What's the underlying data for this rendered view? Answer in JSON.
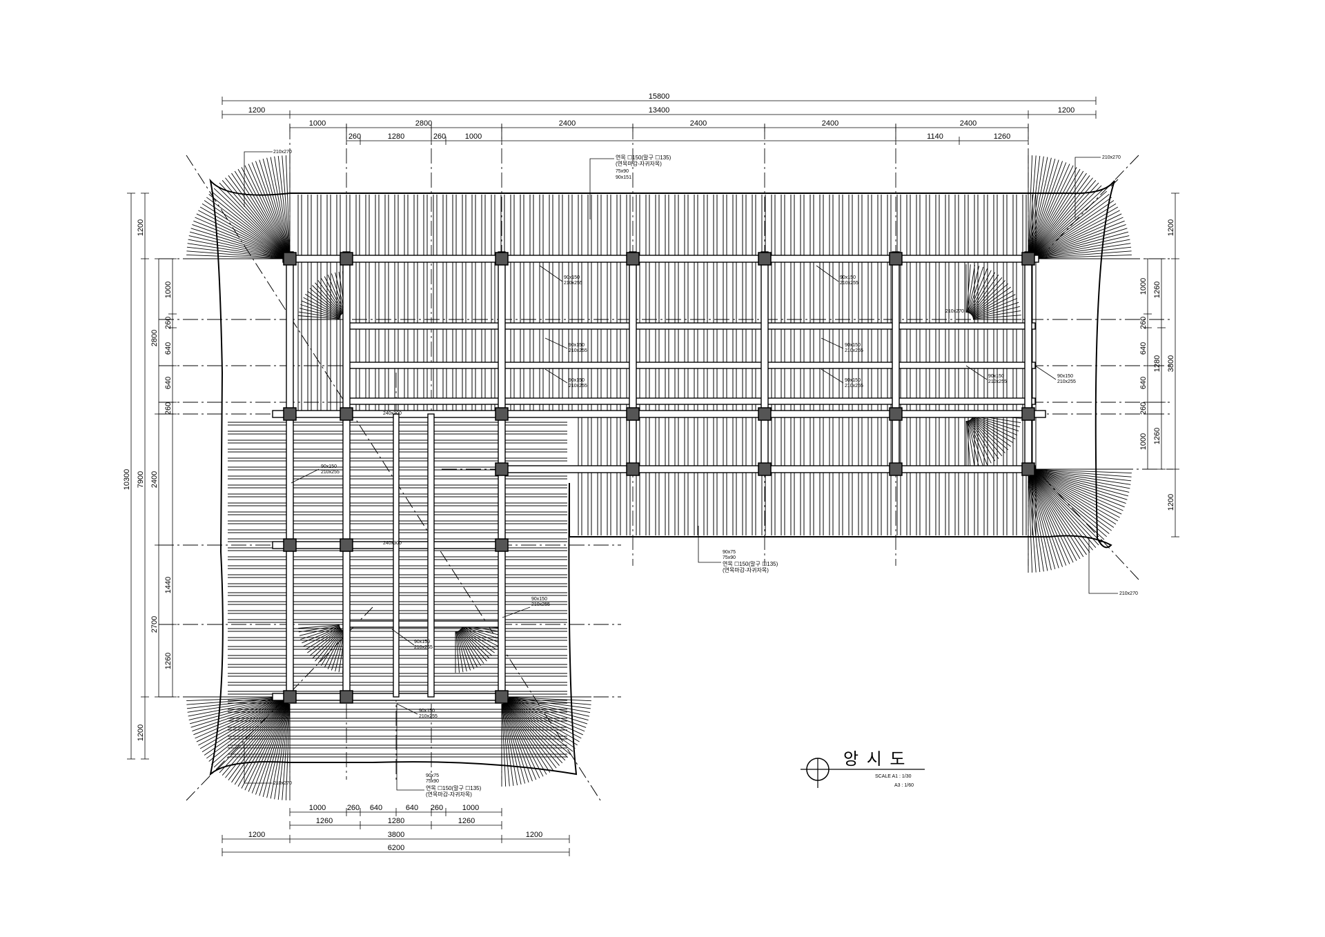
{
  "dimensions": {
    "top_overall": "15800",
    "top_row2": [
      "1200",
      "13400",
      "1200"
    ],
    "top_row3": [
      "1000",
      "2800",
      "2400",
      "2400",
      "2400",
      "2400"
    ],
    "top_row4": [
      "260",
      "1280",
      "260",
      "1000",
      "1140",
      "1260"
    ],
    "left_overall": "10300",
    "left_row2": [
      "1200",
      "7900",
      "1200"
    ],
    "left_row3": [
      "2800",
      "2400",
      "2700"
    ],
    "left_row4": [
      "1000",
      "260",
      "640",
      "640",
      "260",
      "1440",
      "1260"
    ],
    "right_row1": [
      "1200",
      "3800",
      "1200"
    ],
    "right_row2": [
      "1260",
      "1280",
      "1260"
    ],
    "right_row3": [
      "1000",
      "260",
      "640",
      "640",
      "260",
      "1000"
    ],
    "bottom_row1": [
      "1000",
      "260",
      "640",
      "640",
      "260",
      "1000"
    ],
    "bottom_row2": [
      "1260",
      "1280",
      "1260"
    ],
    "bottom_row3": [
      "1200",
      "3800",
      "1200"
    ],
    "bottom_overall": "6200"
  },
  "annotations": {
    "corner_210x270": "210x270",
    "beam_90x150": "90x150",
    "beam_210x255": "210x255",
    "beam_240x300": "240x300",
    "rafter_note_top": [
      "연목 ☐150(말구 ☐135)",
      "(연목마감-자귀자목)",
      "75x90",
      "90x151"
    ],
    "rafter_note_mid": [
      "90x75",
      "75x90",
      "연목 ☐150(말구 ☐135)",
      "(연목마감-자귀자목)"
    ],
    "rafter_note_bottom": [
      "90x75",
      "75x90",
      "연목 ☐150(말구 ☐135)",
      "(연목마감-자귀자목)"
    ],
    "dim_210x270_small": "210x270"
  },
  "title_block": {
    "title": "앙 시 도",
    "scale_a1": "SCALE  A1 :  1/30",
    "scale_a3": "A3 :  1/60"
  }
}
